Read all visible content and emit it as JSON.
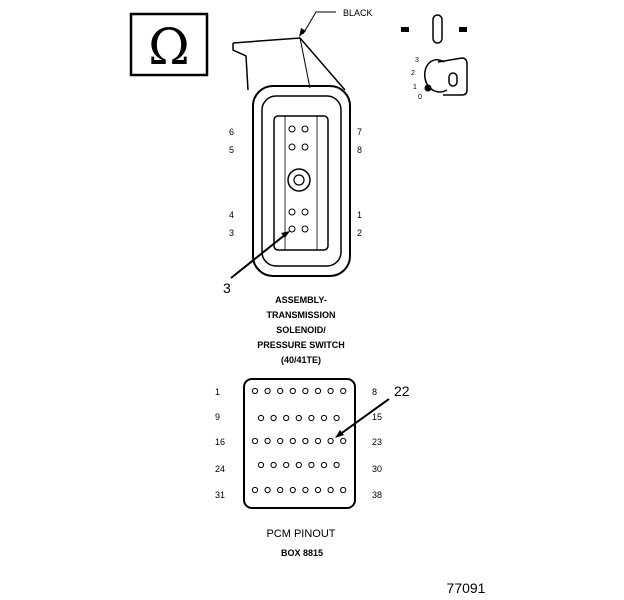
{
  "symbol": {
    "glyph": "Ω",
    "icon": "ohm-symbol-icon"
  },
  "wire_color_label": "BLACK",
  "ignition_positions": [
    "3",
    "2",
    "1",
    "0"
  ],
  "solenoid": {
    "pin_labels": [
      "6",
      "5",
      "4",
      "3",
      "7",
      "8",
      "1",
      "2"
    ],
    "callout": "3",
    "title_lines": [
      "ASSEMBLY-",
      "TRANSMISSION",
      "SOLENOID/",
      "PRESSURE SWITCH",
      "(40/41TE)"
    ]
  },
  "pcm": {
    "row_labels_left": [
      "1",
      "9",
      "16",
      "24",
      "31"
    ],
    "row_labels_right": [
      "8",
      "15",
      "23",
      "30",
      "38"
    ],
    "callout": "22",
    "title": "PCM PINOUT",
    "subtitle": "BOX 8815"
  },
  "figure_number": "77091"
}
